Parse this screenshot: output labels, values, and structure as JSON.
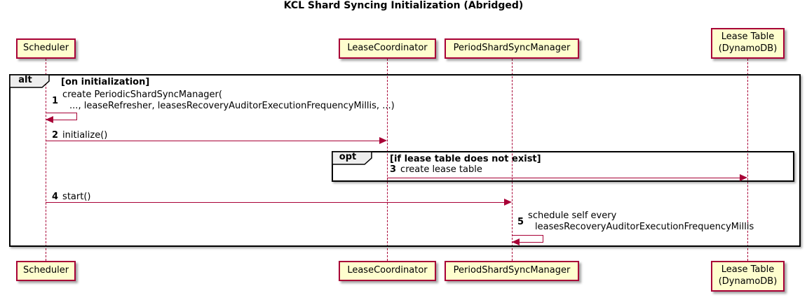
{
  "title": "KCL Shard Syncing Initialization (Abridged)",
  "participants": {
    "scheduler": "Scheduler",
    "lease_coordinator": "LeaseCoordinator",
    "period_shard_sync_manager": "PeriodShardSyncManager",
    "lease_table": "Lease Table\n(DynamoDB)"
  },
  "frames": {
    "alt": {
      "operator": "alt",
      "guard": "[on initialization]"
    },
    "opt": {
      "operator": "opt",
      "guard": "[if lease table does not exist]"
    }
  },
  "messages": {
    "m1": {
      "num": "1",
      "line1": "create PeriodicShardSyncManager(",
      "line2": "..., leaseRefresher, leasesRecoveryAuditorExecutionFrequencyMillis, ...)"
    },
    "m2": {
      "num": "2",
      "text": "initialize()"
    },
    "m3": {
      "num": "3",
      "text": "create lease table"
    },
    "m4": {
      "num": "4",
      "text": "start()"
    },
    "m5": {
      "num": "5",
      "line1": "schedule self every",
      "line2": "leasesRecoveryAuditorExecutionFrequencyMillis"
    }
  },
  "colors": {
    "participant_fill": "#FEFECE",
    "participant_border": "#A80036",
    "arrow": "#A80036",
    "frame_border": "#000000",
    "label_bg": "#EEEEEE"
  }
}
